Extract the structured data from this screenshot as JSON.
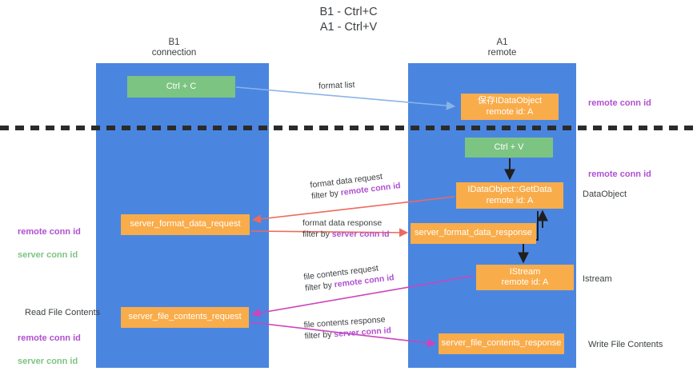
{
  "title": "B1 - Ctrl+C\nA1 - Ctrl+V",
  "columns": {
    "left": {
      "header": "B1\nconnection"
    },
    "right": {
      "header": "A1\nremote"
    }
  },
  "boxes": {
    "ctrl_c": {
      "line1": "Ctrl + C",
      "line2": "",
      "color": "#7cc482"
    },
    "idataobject": {
      "line1": "保存IDataObject",
      "line2": "remote id: A",
      "color": "#f9ac4a"
    },
    "ctrl_v": {
      "line1": "Ctrl + V",
      "line2": "",
      "color": "#7cc482"
    },
    "getdata": {
      "line1": "IDataObject::GetData",
      "line2": "remote id: A",
      "color": "#f9ac4a"
    },
    "server_format_data_request": {
      "line1": "server_format_data_request",
      "line2": "",
      "color": "#f9ac4a"
    },
    "server_format_data_response": {
      "line1": "server_format_data_response",
      "line2": "",
      "color": "#f9ac4a"
    },
    "istream": {
      "line1": "IStream",
      "line2": "remote id: A",
      "color": "#f9ac4a"
    },
    "server_file_contents_request": {
      "line1": "server_file_contents_request",
      "line2": "",
      "color": "#f9ac4a"
    },
    "server_file_contents_response": {
      "line1": "server_file_contents_response",
      "line2": "",
      "color": "#f9ac4a"
    }
  },
  "edge_labels": {
    "format_list": {
      "line1": "format list",
      "line2_prefix": "",
      "line2_value": ""
    },
    "format_data_request": {
      "line1": "format data request",
      "line2_prefix": "filter by ",
      "line2_value": "remote conn id"
    },
    "format_data_response": {
      "line1": "format data response",
      "line2_prefix": "filter by ",
      "line2_value": "server conn id"
    },
    "file_contents_request": {
      "line1": "file contents request",
      "line2_prefix": "filter by ",
      "line2_value": "remote conn id"
    },
    "file_contents_response": {
      "line1": "file contents response",
      "line2_prefix": "filter by ",
      "line2_value": "server conn id"
    }
  },
  "annotations": {
    "right_remote_conn_id_top": "remote conn id",
    "right_remote_conn_id_mid": "remote conn id",
    "right_dataobject": "DataObject",
    "right_istream": "Istream",
    "right_write_file_contents": "Write File Contents",
    "left_remote_conn_id_1": "remote conn id",
    "left_server_conn_id_1": "server conn id",
    "left_read_file_contents": "Read File Contents",
    "left_remote_conn_id_2": "remote conn id",
    "left_server_conn_id_2": "server conn id"
  },
  "colors": {
    "lane": "#4a86e0",
    "green_box": "#7cc482",
    "orange_box": "#f9ac4a",
    "purple_text": "#b050d0",
    "green_text": "#7cc482",
    "arrow_blue": "#8ab4e8",
    "arrow_red": "#ec6a5e",
    "arrow_magenta": "#cc44bb",
    "arrow_black": "#1f1f1f",
    "dash_line": "#2b2b2b",
    "background": "#ffffff"
  }
}
